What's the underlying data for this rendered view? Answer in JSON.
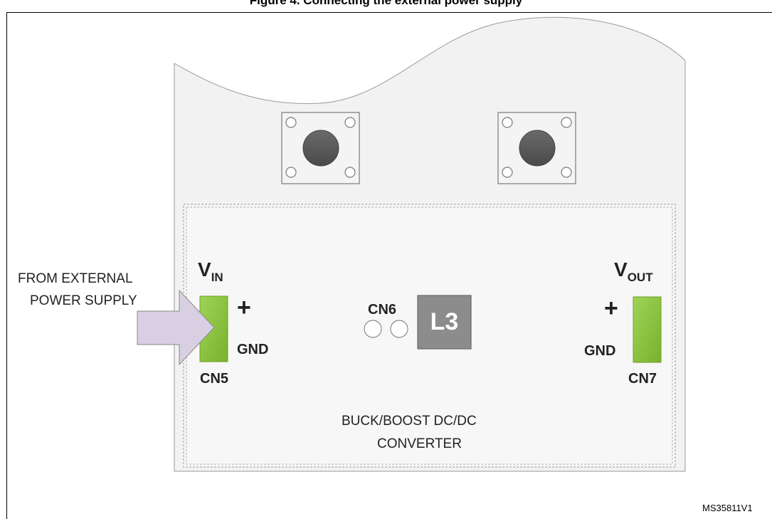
{
  "caption": "Figure 4. Connecting the external power supply",
  "source_label": {
    "line1": "FROM EXTERNAL",
    "line2": "POWER SUPPLY"
  },
  "vin": {
    "main": "V",
    "sub": "IN"
  },
  "vout": {
    "main": "V",
    "sub": "OUT"
  },
  "cn5": {
    "label": "CN5",
    "plus": "+",
    "gnd": "GND",
    "color": "#8dc63f"
  },
  "cn7": {
    "label": "CN7",
    "plus": "+",
    "gnd": "GND",
    "color": "#8dc63f"
  },
  "cn6": {
    "label": "CN6"
  },
  "inductor": {
    "label": "L3",
    "color": "#8c8c8c"
  },
  "converter": {
    "line1": "BUCK/BOOST DC/DC",
    "line2": "CONVERTER"
  },
  "figure_code": "MS35811V1",
  "colors": {
    "board_fill": "#f2f2f2",
    "arrow_fill": "#d9cfe3",
    "button_cap": "#5a5a5a"
  }
}
